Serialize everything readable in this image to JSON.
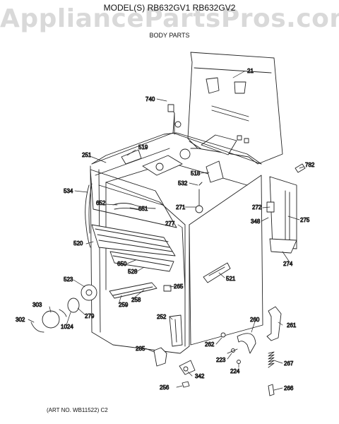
{
  "header": {
    "watermark": "AppliancePartsPros.com",
    "model": "MODEL(S) RB632GV1  RB632GV2",
    "section": "BODY PARTS"
  },
  "footer": {
    "art_no": "(ART NO. WB11522) C2"
  },
  "callouts": [
    {
      "key": "p21",
      "text": "21"
    },
    {
      "key": "p740",
      "text": "740"
    },
    {
      "key": "p519",
      "text": "519"
    },
    {
      "key": "p251",
      "text": "251"
    },
    {
      "key": "p782",
      "text": "782"
    },
    {
      "key": "p518",
      "text": "518"
    },
    {
      "key": "p532",
      "text": "532"
    },
    {
      "key": "p534",
      "text": "534"
    },
    {
      "key": "p652",
      "text": "652"
    },
    {
      "key": "p651",
      "text": "651"
    },
    {
      "key": "p271",
      "text": "271"
    },
    {
      "key": "p272",
      "text": "272"
    },
    {
      "key": "p348",
      "text": "348"
    },
    {
      "key": "p275",
      "text": "275"
    },
    {
      "key": "p277",
      "text": "277"
    },
    {
      "key": "p520",
      "text": "520"
    },
    {
      "key": "p650",
      "text": "650"
    },
    {
      "key": "p528",
      "text": "528"
    },
    {
      "key": "p274",
      "text": "274"
    },
    {
      "key": "p521",
      "text": "521"
    },
    {
      "key": "p523",
      "text": "523"
    },
    {
      "key": "p265",
      "text": "265"
    },
    {
      "key": "p258",
      "text": "258"
    },
    {
      "key": "p259",
      "text": "259"
    },
    {
      "key": "p303",
      "text": "303"
    },
    {
      "key": "p279",
      "text": "279"
    },
    {
      "key": "p302",
      "text": "302"
    },
    {
      "key": "p1024",
      "text": "1024"
    },
    {
      "key": "p252",
      "text": "252"
    },
    {
      "key": "p260",
      "text": "260"
    },
    {
      "key": "p261",
      "text": "261"
    },
    {
      "key": "p262",
      "text": "262"
    },
    {
      "key": "p285",
      "text": "285"
    },
    {
      "key": "p223",
      "text": "223"
    },
    {
      "key": "p224",
      "text": "224"
    },
    {
      "key": "p267",
      "text": "267"
    },
    {
      "key": "p342",
      "text": "342"
    },
    {
      "key": "p256",
      "text": "256"
    },
    {
      "key": "p266",
      "text": "266"
    }
  ]
}
